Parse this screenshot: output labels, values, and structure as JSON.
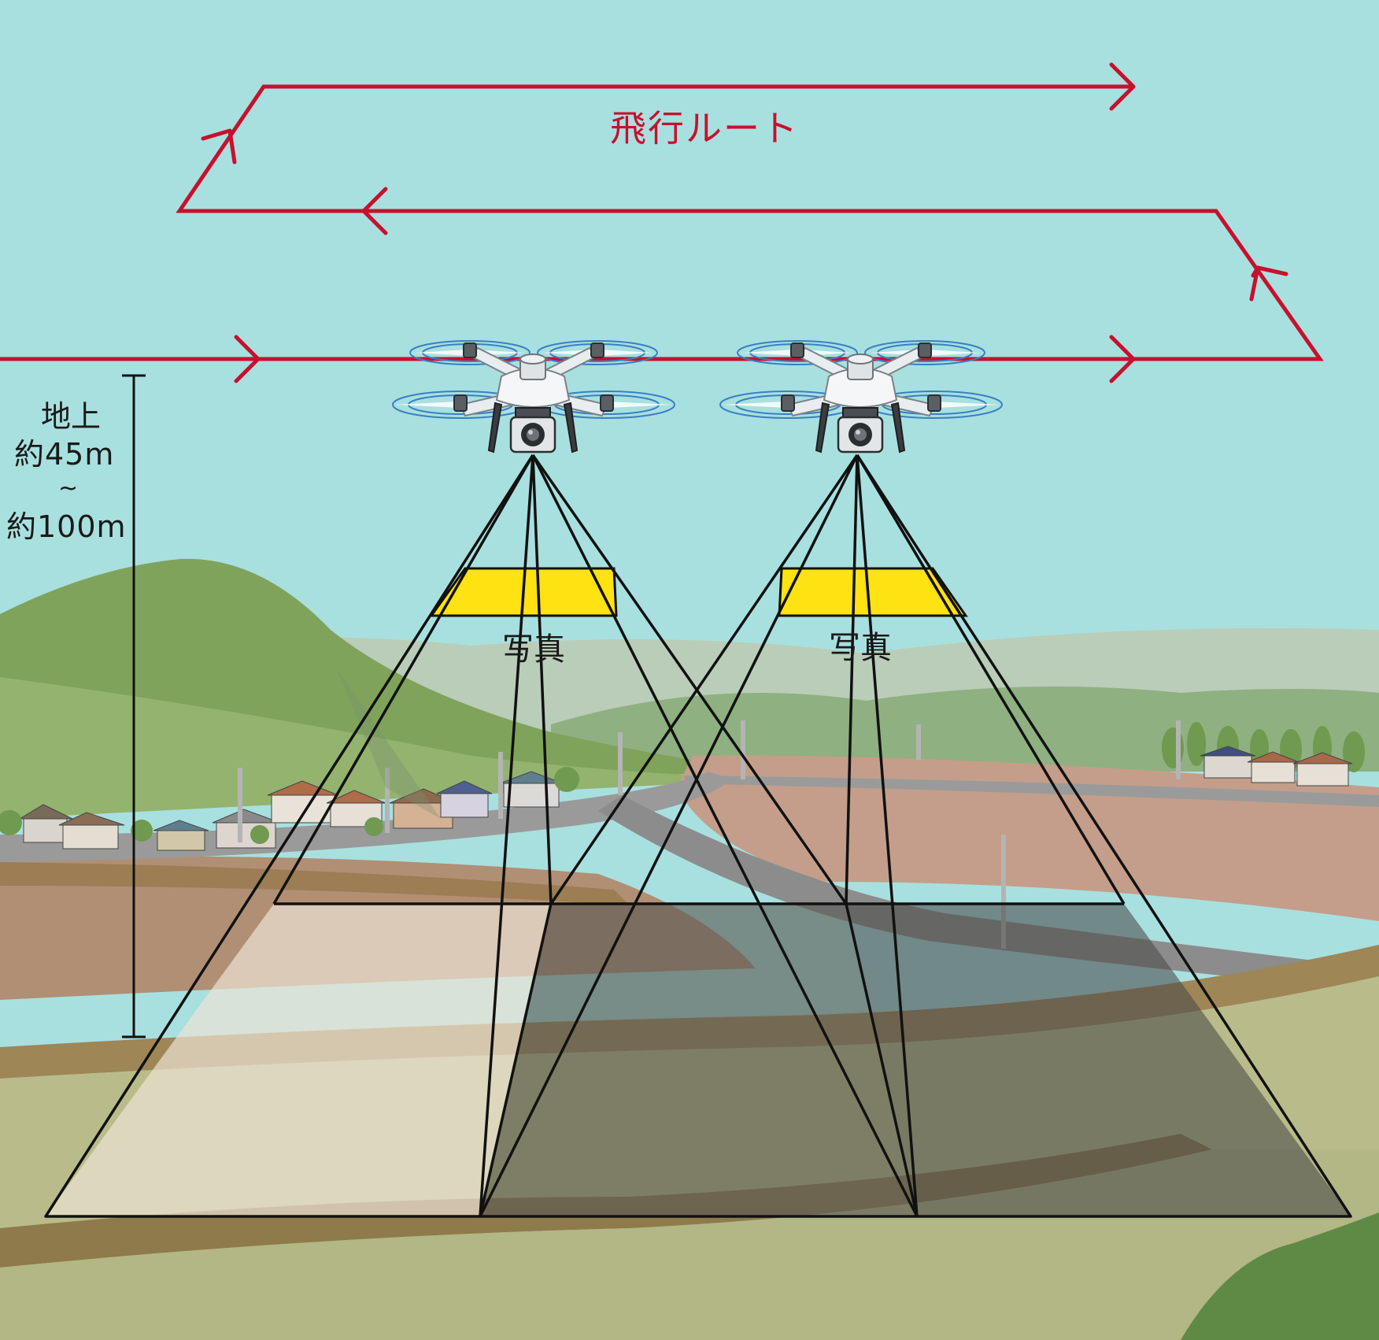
{
  "labels": {
    "flight_route": "飛行ルート",
    "photo_left": "写真",
    "photo_right": "写真",
    "altitude_line1": "地上",
    "altitude_line2": "約45m",
    "altitude_line3": "~",
    "altitude_line4": "約100m"
  },
  "colors": {
    "sky": "#a8e0df",
    "route": "#c8102e",
    "photo_frame": "#ffe211",
    "hill": "#7fa35a",
    "field_pink": "#c49e8a",
    "field_tan": "#b08f74",
    "field_green": "#b9bc8a",
    "road": "#9a9a9a"
  },
  "icons": {
    "drone": "quadcopter-drone-icon",
    "camera": "gimbal-camera-icon",
    "arrow": "route-arrow-icon"
  }
}
